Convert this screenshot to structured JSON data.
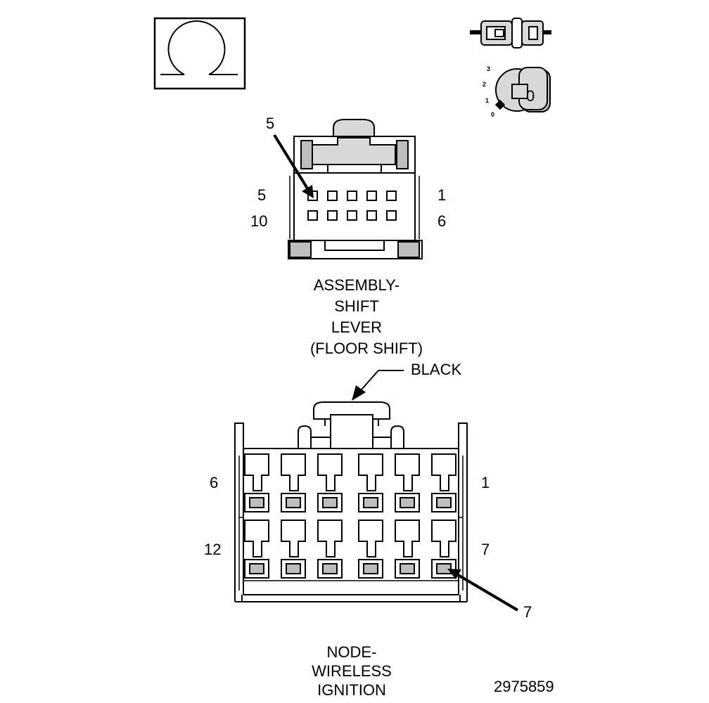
{
  "connector_top": {
    "title_lines": [
      "ASSEMBLY-",
      "SHIFT",
      "LEVER",
      "(FLOOR SHIFT)"
    ],
    "pin_labels": {
      "top_left": "5",
      "top_right": "1",
      "bottom_left": "10",
      "bottom_right": "6"
    },
    "callout_label": "5"
  },
  "connector_bottom": {
    "title_lines": [
      "NODE-",
      "WIRELESS",
      "IGNITION"
    ],
    "color_label": "BLACK",
    "pin_labels": {
      "top_left": "6",
      "top_right": "1",
      "bottom_left": "12",
      "bottom_right": "7"
    },
    "callout_label": "7"
  },
  "key_icon": {
    "positions": [
      "3",
      "2",
      "1",
      "0"
    ],
    "key_text": "0"
  },
  "figure_number": "2975859"
}
